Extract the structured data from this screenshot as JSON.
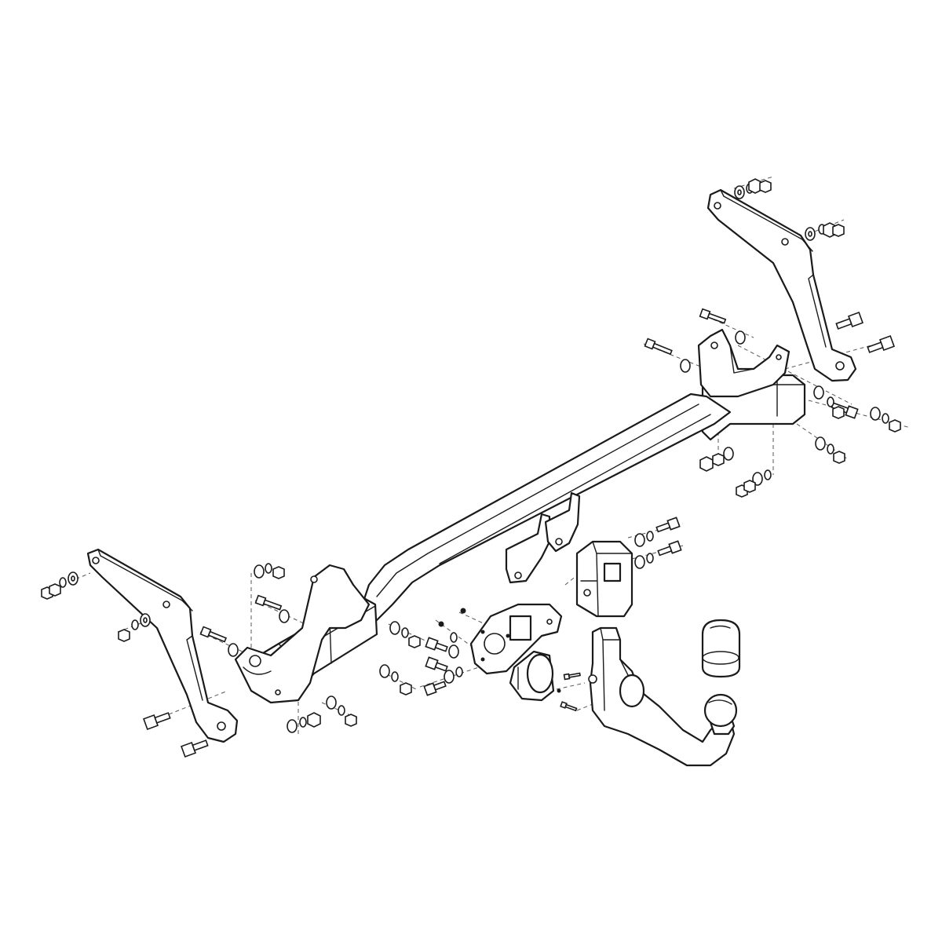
{
  "diagram": {
    "type": "exploded-assembly",
    "parts": [
      "right-side-bracket",
      "left-side-bracket",
      "main-crossbar",
      "left-end-plate",
      "right-end-plate",
      "center-mount-tabs",
      "receiver-socket",
      "electrical-socket-plate",
      "electrical-socket",
      "removable-tow-neck",
      "tow-ball",
      "ball-cover-cap",
      "bolts",
      "washers",
      "nuts"
    ]
  }
}
